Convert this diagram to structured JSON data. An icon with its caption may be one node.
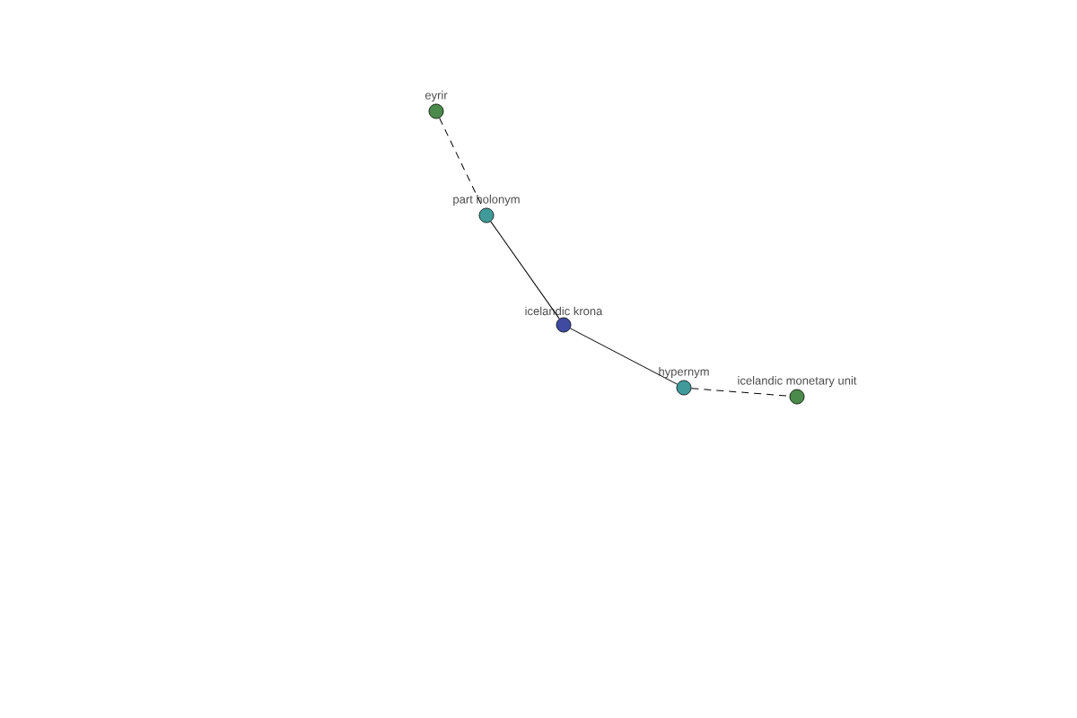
{
  "diagram": {
    "nodes": [
      {
        "text": [
          "eyrir"
        ]
      },
      {
        "text": [
          "part holonym"
        ]
      },
      {
        "text": [
          "icelandic krona"
        ]
      },
      {
        "text": [
          "hypernym"
        ]
      },
      {
        "text": [
          "icelandic monetary unit"
        ]
      }
    ],
    "edges": [
      {
        "from": 0,
        "to": 1,
        "arrow": "none",
        "style": "dashed"
      },
      {
        "from": 1,
        "to": 2,
        "arrow": "none"
      },
      {
        "from": 2,
        "to": 3,
        "arrow": "none"
      },
      {
        "from": 3,
        "to": 4,
        "arrow": "none",
        "style": "dashed"
      }
    ]
  }
}
